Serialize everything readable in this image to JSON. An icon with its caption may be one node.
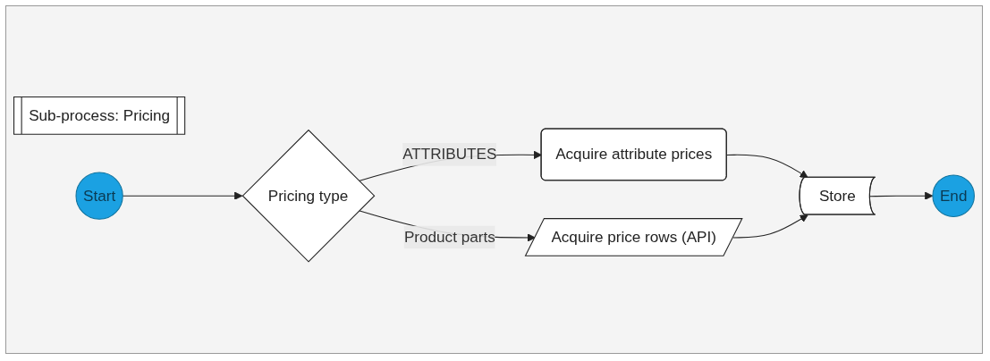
{
  "diagram": {
    "nodes": [
      {
        "text": [
          "Sub-process: Pricing"
        ]
      },
      {
        "text": [
          "Start"
        ]
      },
      {
        "text": [
          "Pricing type"
        ]
      },
      {
        "text": [
          "Acquire attribute prices"
        ]
      },
      {
        "text": [
          "Store"
        ]
      },
      {
        "text": [
          "End"
        ]
      },
      {
        "text": [
          "Acquire price rows (API)"
        ]
      }
    ],
    "edges": [
      {
        "from": 1,
        "to": 2,
        "arrow": "to"
      },
      {
        "from": 2,
        "to": 3,
        "arrow": "to",
        "label": "ATTRIBUTES"
      },
      {
        "from": 3,
        "to": 4,
        "arrow": "to"
      },
      {
        "from": 4,
        "to": 5,
        "arrow": "to"
      },
      {
        "from": 2,
        "to": 6,
        "arrow": "to",
        "label": "Product parts"
      },
      {
        "from": 6,
        "to": 4,
        "arrow": "to"
      }
    ]
  }
}
